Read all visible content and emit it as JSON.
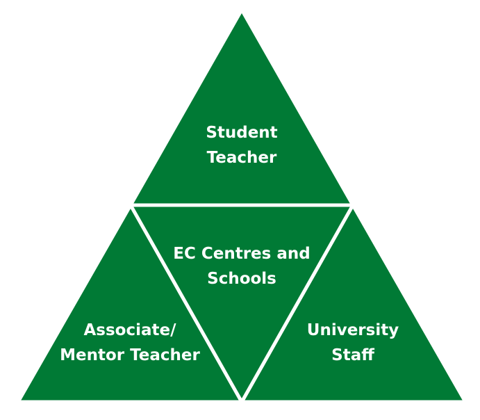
{
  "colors": {
    "fill": "#007a35",
    "gap": "#ffffff",
    "text": "#ffffff"
  },
  "segments": {
    "top": {
      "line1": "Student",
      "line2": "Teacher"
    },
    "center": {
      "line1": "EC Centres and",
      "line2": "Schools"
    },
    "left": {
      "line1": "Associate/",
      "line2": "Mentor Teacher"
    },
    "right": {
      "line1": "University",
      "line2": "Staff"
    }
  }
}
